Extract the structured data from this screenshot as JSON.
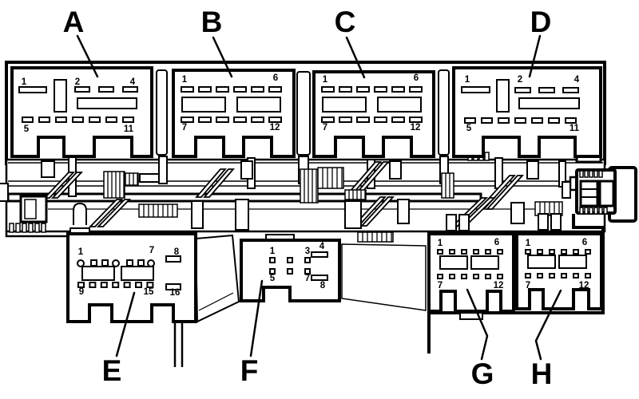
{
  "diagram_type": "fuse-relay-carrier-connector-diagram",
  "colors": {
    "ink": "#000000",
    "paper": "#ffffff"
  },
  "connectors": [
    {
      "letter": "A",
      "pins": [
        "1",
        "2",
        "4",
        "5",
        "11"
      ]
    },
    {
      "letter": "B",
      "pins": [
        "1",
        "6",
        "7",
        "12"
      ]
    },
    {
      "letter": "C",
      "pins": [
        "1",
        "6",
        "7",
        "12"
      ]
    },
    {
      "letter": "D",
      "pins": [
        "1",
        "2",
        "4",
        "5",
        "11"
      ]
    },
    {
      "letter": "E",
      "pins": [
        "1",
        "7",
        "8",
        "9",
        "15",
        "16"
      ]
    },
    {
      "letter": "F",
      "pins": [
        "1",
        "3",
        "4",
        "5",
        "7",
        "8"
      ]
    },
    {
      "letter": "G",
      "pins": [
        "1",
        "6",
        "7",
        "12"
      ]
    },
    {
      "letter": "H",
      "pins": [
        "1",
        "6",
        "7",
        "12"
      ]
    }
  ]
}
